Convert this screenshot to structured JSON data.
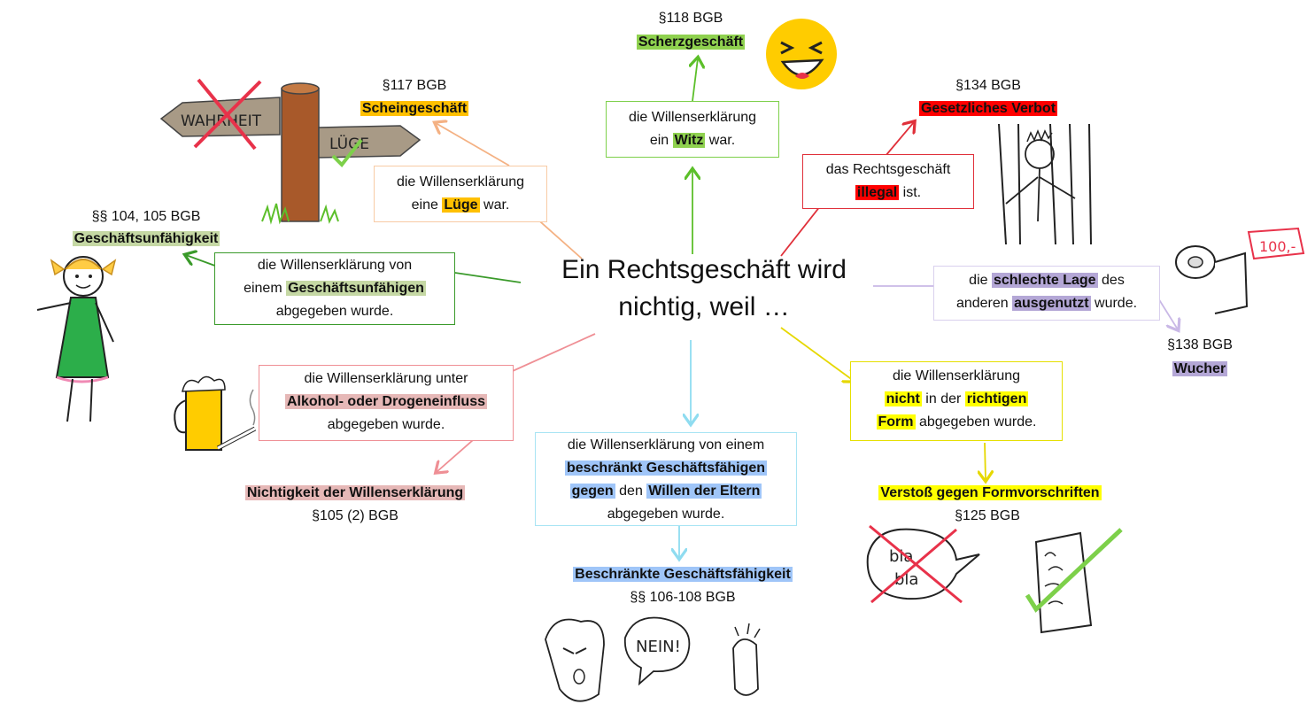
{
  "center": {
    "line1": "Ein Rechtsgeschäft wird",
    "line2": "nichtig, weil …"
  },
  "branches": {
    "scherz": {
      "para": "§118 BGB",
      "label": "Scherzgeschäft",
      "box": {
        "l1": "die Willenserklärung",
        "l2a": "ein ",
        "l2b": "Witz",
        "l2c": " war."
      }
    },
    "schein": {
      "para": "§117 BGB",
      "label": "Scheingeschäft",
      "box": {
        "l1": "die Willenserklärung",
        "l2a": "eine ",
        "l2b": "Lüge",
        "l2c": " war."
      }
    },
    "verbot": {
      "para": "§134 BGB",
      "label": "Gesetzliches Verbot",
      "box": {
        "l1": "das Rechtsgeschäft",
        "l2a": "illegal",
        "l2b": " ist."
      }
    },
    "unfaehig": {
      "para": "§§ 104, 105 BGB",
      "label": "Geschäftsunfähigkeit",
      "box": {
        "l1": "die Willenserklärung von",
        "l2a": "einem ",
        "l2b": "Geschäftsunfähigen",
        "l3": "abgegeben wurde."
      }
    },
    "wucher": {
      "para": "§138 BGB",
      "label": "Wucher",
      "box": {
        "l1a": "die ",
        "l1b": "schlechte Lage",
        "l1c": " des",
        "l2a": "anderen ",
        "l2b": "ausgenutzt",
        "l2c": " wurde."
      }
    },
    "alkohol": {
      "para": "§105 (2) BGB",
      "label": "Nichtigkeit der Willenserklärung",
      "box": {
        "l1": "die Willenserklärung unter",
        "l2": "Alkohol- oder Drogeneinfluss",
        "l3": "abgegeben wurde."
      }
    },
    "beschraenkt": {
      "para": "§§ 106-108 BGB",
      "label": "Beschränkte Geschäftsfähigkeit",
      "box": {
        "l1": "die Willenserklärung von einem",
        "l2": "beschränkt Geschäftsfähigen",
        "l3a": "gegen",
        "l3b": " den ",
        "l3c": "Willen der Eltern",
        "l4": "abgegeben wurde."
      }
    },
    "form": {
      "para": "§125 BGB",
      "label": "Verstoß gegen Formvorschriften",
      "box": {
        "l1": "die Willenserklärung",
        "l2a": "nicht",
        "l2b": " in der ",
        "l2c": "richtigen",
        "l3a": "Form",
        "l3b": " abgegeben wurde."
      }
    }
  },
  "drawings": {
    "signpost": {
      "left": "WAHRHEIT",
      "right": "LÜGE"
    },
    "speech": "NEIN!",
    "money": "100,-",
    "bla1": "bla",
    "bla2": "bla"
  },
  "colors": {
    "green": "#8fd14f",
    "orange": "#ffc000",
    "red": "#ff0000",
    "olive": "#c5d8a4",
    "purple": "#b4a7d6",
    "pink": "#e6b8b7",
    "blue": "#9fc5f8",
    "yellow": "#ffff00"
  }
}
